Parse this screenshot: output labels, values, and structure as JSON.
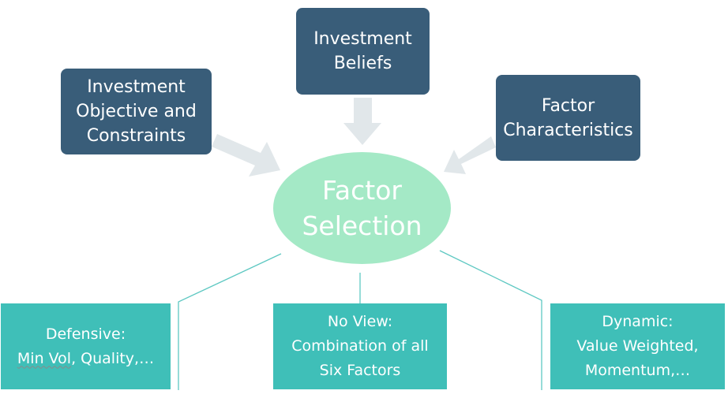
{
  "colors": {
    "top_box": "#395d79",
    "bottom_box": "#3fbfb8",
    "center_ellipse": "#a4e9c6",
    "arrow": "#e1e7ea",
    "connector_line": "#5ec8c2",
    "text": "#ffffff"
  },
  "inputs": [
    {
      "lines": [
        "Investment",
        "Objective and",
        "Constraints"
      ]
    },
    {
      "lines": [
        "Investment",
        "Beliefs"
      ]
    },
    {
      "lines": [
        "Factor",
        "Characteristics"
      ]
    }
  ],
  "center": {
    "lines": [
      "Factor",
      "Selection"
    ]
  },
  "outputs": [
    {
      "line1": "Defensive:",
      "line2_flagged": "Min Vol",
      "line2_rest": ", Quality,…"
    },
    {
      "lines": [
        "No View:",
        "Combination of all",
        "Six Factors"
      ]
    },
    {
      "lines": [
        "Dynamic:",
        "Value Weighted,",
        "Momentum,…"
      ]
    }
  ]
}
